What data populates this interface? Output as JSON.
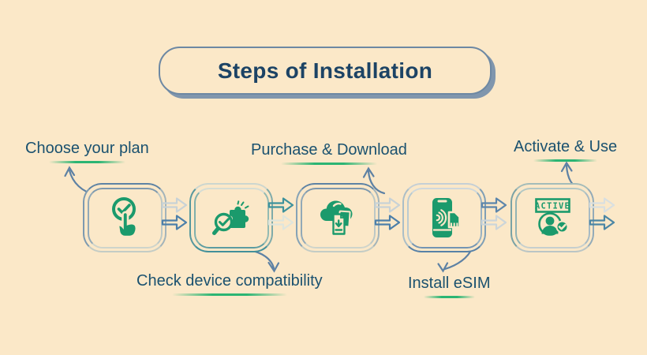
{
  "title": {
    "text": "Steps of Installation"
  },
  "steps": [
    {
      "label": "Choose your plan",
      "icon": "tap-check-icon"
    },
    {
      "label": "Check device compatibility",
      "icon": "magnifier-puzzle-icon"
    },
    {
      "label": "Purchase & Download",
      "icon": "cloud-download-icon"
    },
    {
      "label": "Install eSIM",
      "icon": "phone-sim-icon"
    },
    {
      "label": "Activate & Use",
      "icon": "person-check-icon",
      "badge": "ACTIVE"
    }
  ],
  "colors": {
    "background": "#fbe8c8",
    "title_text": "#1c4365",
    "label_text": "#1a516f",
    "icon_green": "#1b9a6c",
    "underline_green": "#2bb573",
    "arrow_blue": "#4c7fa9",
    "arrow_teal": "#3f929c",
    "arrow_gray": "#c8d2d6",
    "connector_blue": "#5d81a4",
    "title_border": "#6d88a3"
  }
}
